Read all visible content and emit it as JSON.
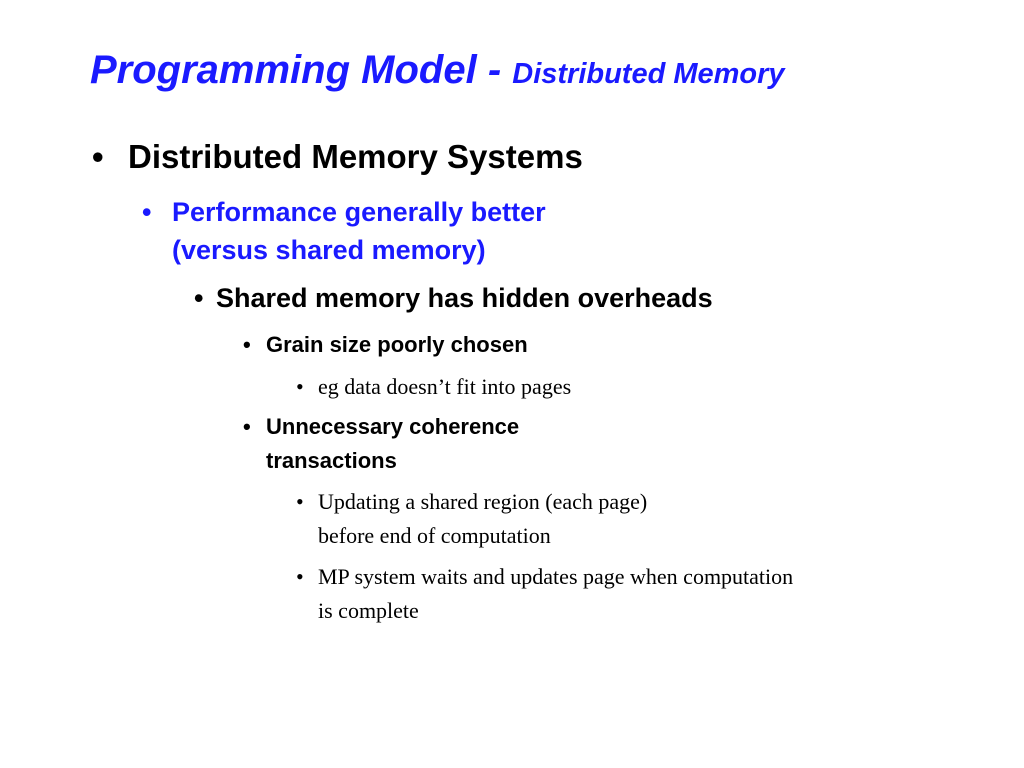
{
  "slide": {
    "title_main": "Programming Model - ",
    "title_sub": "Distributed Memory",
    "bullet_glyph": "•",
    "items": [
      {
        "text": "Distributed Memory Systems"
      },
      {
        "line1": "Performance generally better",
        "line2": "(versus shared memory)"
      },
      {
        "text": "Shared memory has hidden overheads"
      },
      {
        "text": "Grain size poorly chosen"
      },
      {
        "text": "eg data doesn’t fit into pages"
      },
      {
        "line1": "Unnecessary coherence",
        "line2": "transactions"
      },
      {
        "line1": "Updating a shared region (each page)",
        "line2": "before end of computation"
      },
      {
        "line1": "MP system waits and updates page when computation",
        "line2": "is complete"
      }
    ]
  },
  "colors": {
    "accent_blue": "#1a1aff",
    "text": "#000000",
    "background": "#ffffff"
  }
}
